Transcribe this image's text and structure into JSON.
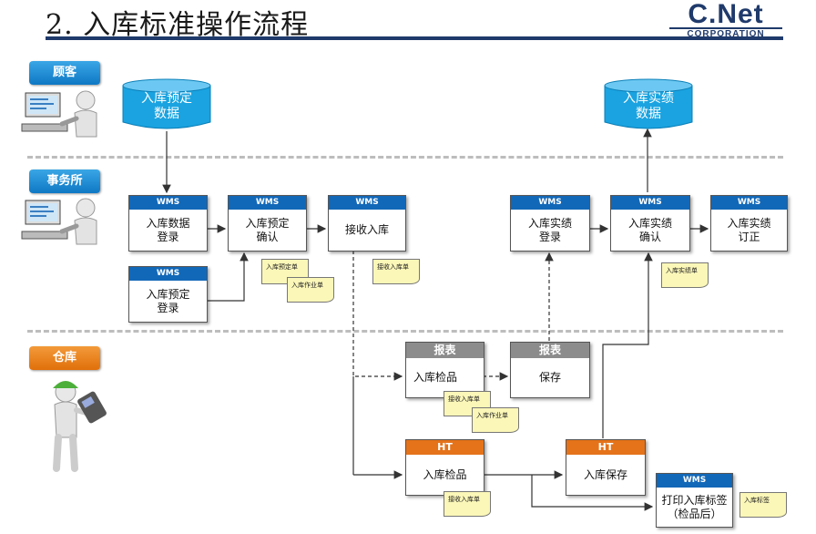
{
  "header": {
    "title": "2. 入库标准操作流程"
  },
  "logo": {
    "main": "C.Net",
    "sub": "CORPORATION"
  },
  "lanes": {
    "customer": "顾客",
    "office": "事务所",
    "warehouse": "仓库"
  },
  "tags": {
    "wms": "WMS",
    "report": "报表",
    "ht": "HT"
  },
  "databases": {
    "plan": "入库预定\n数据",
    "actual": "入库实绩\n数据"
  },
  "boxes": {
    "data_reg": "入库数据\n登录",
    "plan_confirm": "入库预定\n确认",
    "receive": "接收入库",
    "plan_reg": "入库预定\n登录",
    "actual_reg": "入库实绩\n登录",
    "actual_confirm": "入库实绩\n确认",
    "actual_fix": "入库实绩\n订正",
    "report_inspect": "入库检品",
    "report_save": "保存",
    "ht_inspect": "入库检品",
    "ht_save": "入库保存",
    "print_label": "打印入库标签\n（检品后）"
  },
  "notes": {
    "plan_sheet": "入库预定单",
    "work_sheet_1": "入库作业单",
    "receive_sheet_1": "接收入库单",
    "actual_sheet": "入库实绩单",
    "receive_sheet_2": "接收入库单",
    "work_sheet_2": "入库作业单",
    "receive_sheet_3": "接收入库单",
    "label_sheet": "入库标签"
  },
  "colors": {
    "brand": "#1f3a6b",
    "wms_header": "#1268b8",
    "ht_header": "#e5731a",
    "report_header": "#8c8c8c",
    "lane_blue": "#0e78c4",
    "lane_orange": "#e0700a",
    "db": "#1aa3e0",
    "note": "#fbf7b8"
  }
}
